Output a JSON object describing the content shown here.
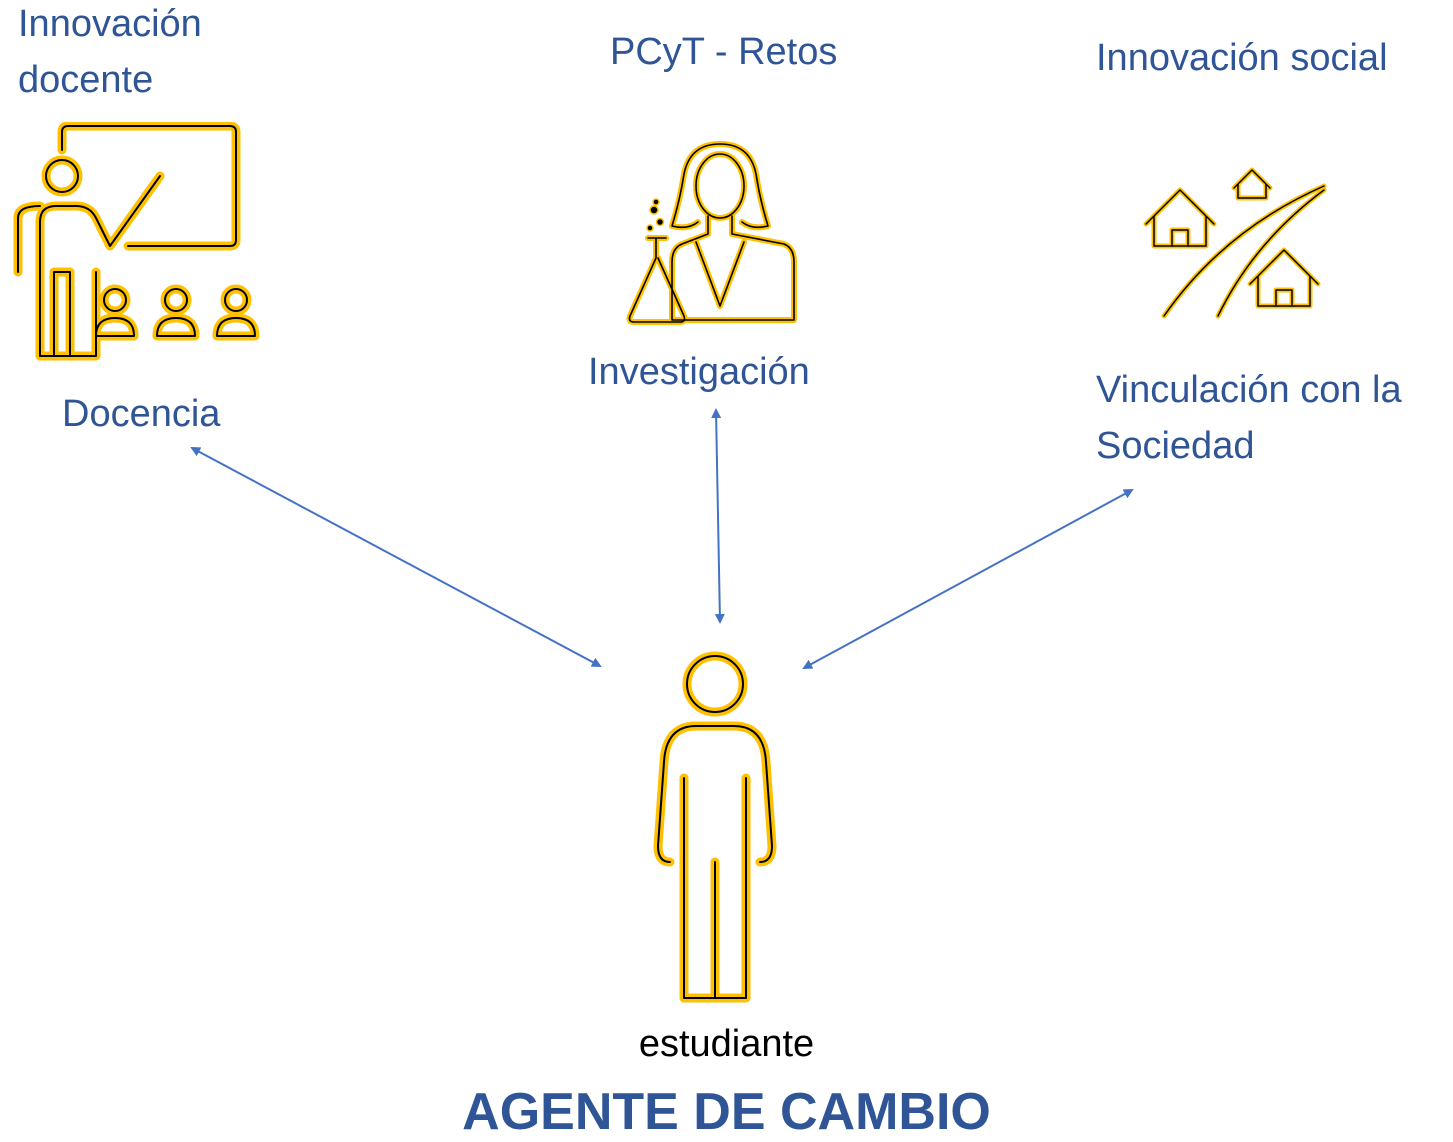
{
  "labels": {
    "innovacion_docente_line1": "Innovación",
    "innovacion_docente_line2": "docente",
    "pcyt_retos": "PCyT - Retos",
    "innovacion_social": "Innovación social",
    "docencia": "Docencia",
    "investigacion": "Investigación",
    "vinculacion_line1": "Vinculación con la",
    "vinculacion_line2": "Sociedad",
    "estudiante": "estudiante",
    "agente_de_cambio": "AGENTE DE CAMBIO"
  },
  "colors": {
    "label_blue": "#2f5597",
    "icon_gold": "#ffc000",
    "icon_outline": "#000000",
    "arrow_blue": "#4472c4"
  },
  "icons": [
    "teacher-presentation-icon",
    "scientist-woman-icon",
    "houses-road-icon",
    "student-person-icon"
  ]
}
